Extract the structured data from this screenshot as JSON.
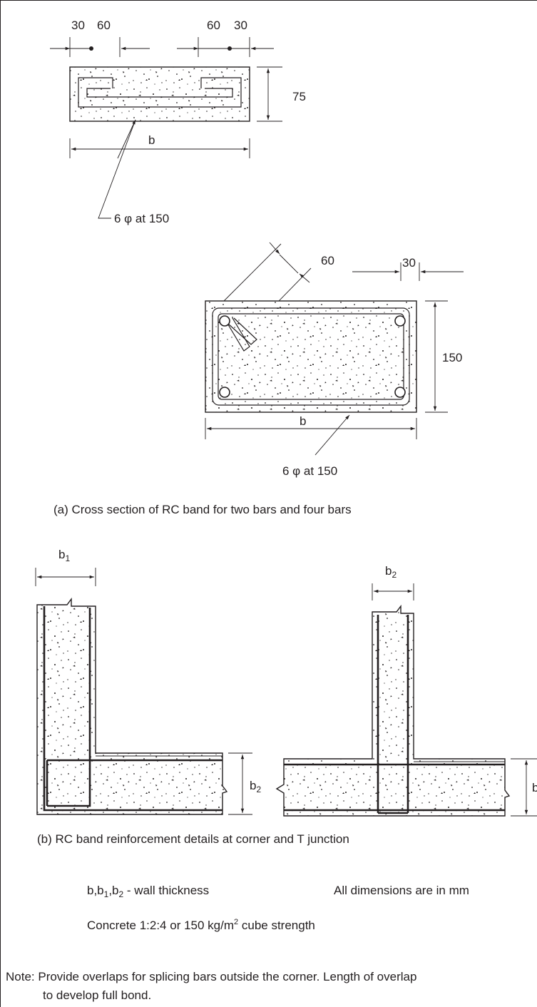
{
  "section_a": {
    "two_bar": {
      "dim_top_left_1": "30",
      "dim_top_left_2": "60",
      "dim_top_right_1": "60",
      "dim_top_right_2": "30",
      "dim_height": "75",
      "dim_width": "b",
      "stirrup_label": "6 φ at 150"
    },
    "four_bar": {
      "dim_hook": "60",
      "dim_cover": "30",
      "dim_height": "150",
      "dim_width": "b",
      "stirrup_label": "6 φ at 150"
    },
    "caption": "(a) Cross section of RC band for two bars and four bars"
  },
  "section_b": {
    "corner": {
      "dim_top": "b",
      "dim_top_sub": "1",
      "dim_side": "b",
      "dim_side_sub": "2"
    },
    "tjunction": {
      "dim_top": "b",
      "dim_top_sub": "2",
      "dim_side_partial": "b"
    },
    "caption": "(b) RC band reinforcement details at corner and T junction"
  },
  "legend": {
    "wall_thickness": "b,b",
    "wall_thickness_sub1": "1",
    "wall_thickness_mid": ",b",
    "wall_thickness_sub2": "2",
    "wall_thickness_tail": " - wall thickness",
    "units": "All dimensions are in mm",
    "concrete_main": "Concrete 1:2:4 or 150 kg/m",
    "concrete_sup": "2",
    "concrete_tail": " cube strength"
  },
  "note": {
    "line1": "Note:  Provide overlaps for splicing bars outside the corner. Length of overlap",
    "line2": "to develop full bond."
  },
  "colors": {
    "ink": "#231f20",
    "background": "#ffffff"
  }
}
